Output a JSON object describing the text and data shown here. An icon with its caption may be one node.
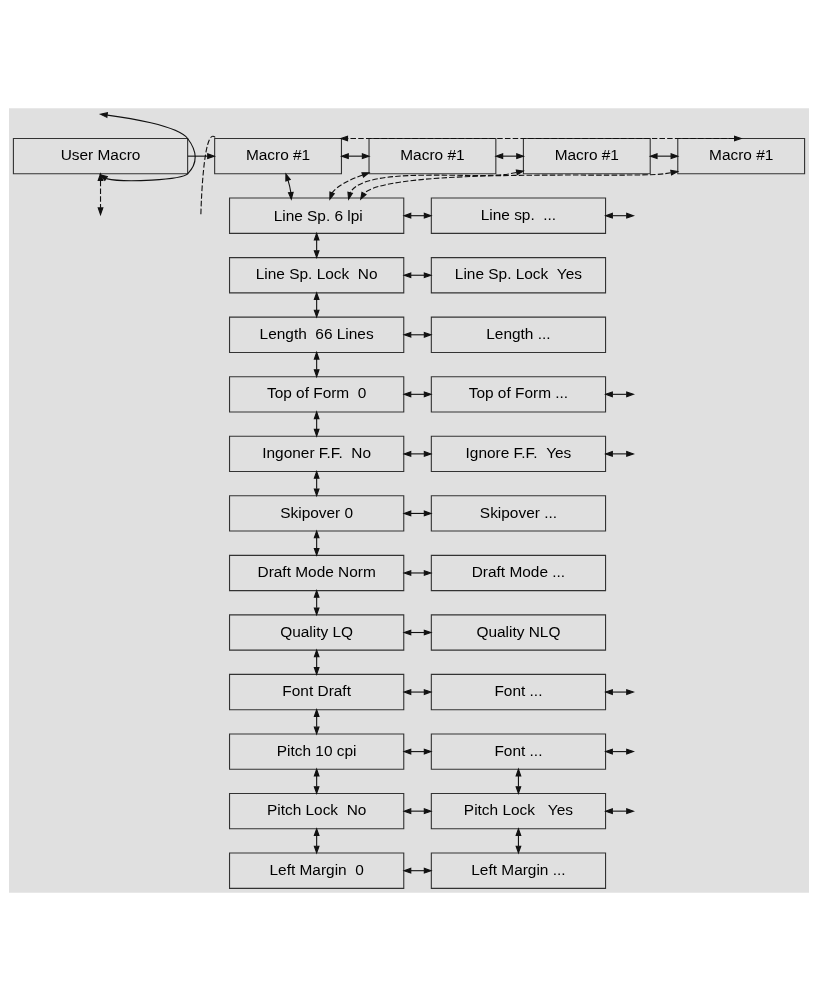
{
  "diagram": {
    "nodes": [
      {
        "text": [
          "User Macro"
        ]
      },
      {
        "text": [
          "Macro #1"
        ]
      },
      {
        "text": [
          "Macro #1"
        ]
      },
      {
        "text": [
          "Macro #1"
        ]
      },
      {
        "text": [
          "Macro #1"
        ]
      },
      {
        "text": [
          "Line Sp. 6 lpi"
        ]
      },
      {
        "text": [
          "Line Sp. Lock  No"
        ]
      },
      {
        "text": [
          "Length  66 Lines"
        ]
      },
      {
        "text": [
          "Top of Form  0"
        ]
      },
      {
        "text": [
          "Ingoner F.F.  No"
        ]
      },
      {
        "text": [
          "Skipover 0"
        ]
      },
      {
        "text": [
          "Draft Mode Norm"
        ]
      },
      {
        "text": [
          "Quality LQ"
        ]
      },
      {
        "text": [
          "Font Draft"
        ]
      },
      {
        "text": [
          "Pitch 10 cpi"
        ]
      },
      {
        "text": [
          "Pitch Lock  No"
        ]
      },
      {
        "text": [
          "Left Margin  0"
        ]
      },
      {
        "text": [
          "Line sp.  ..."
        ]
      },
      {
        "text": [
          "Line Sp. Lock  Yes"
        ]
      },
      {
        "text": [
          "Length ..."
        ]
      },
      {
        "text": [
          "Top of Form ..."
        ]
      },
      {
        "text": [
          "Ignore F.F.  Yes"
        ]
      },
      {
        "text": [
          "Skipover ..."
        ]
      },
      {
        "text": [
          "Draft Mode ..."
        ]
      },
      {
        "text": [
          "Quality NLQ"
        ]
      },
      {
        "text": [
          "Font ..."
        ]
      },
      {
        "text": [
          "Font ..."
        ]
      },
      {
        "text": [
          "Pitch Lock   Yes"
        ]
      },
      {
        "text": [
          "Left Margin ..."
        ]
      }
    ],
    "edges": [
      {
        "from": 0,
        "to": null,
        "arrow": "both"
      },
      {
        "from": 0,
        "to": 1,
        "arrow": "to"
      },
      {
        "from": 1,
        "to": 2,
        "arrow": "both"
      },
      {
        "from": 2,
        "to": 3,
        "arrow": "both"
      },
      {
        "from": 3,
        "to": 4,
        "arrow": "both"
      },
      {
        "from": 4,
        "to": 1,
        "arrow": "both",
        "style": "dashed"
      },
      {
        "from": 1,
        "to": null,
        "arrow": "none",
        "style": "dashed"
      },
      {
        "from": 0,
        "to": null,
        "arrow": "both",
        "style": "dashed"
      },
      {
        "from": 1,
        "to": 5,
        "arrow": "both"
      },
      {
        "from": 2,
        "to": 5,
        "arrow": "both",
        "style": "dashed"
      },
      {
        "from": 3,
        "to": 5,
        "arrow": "both",
        "style": "dashed"
      },
      {
        "from": 4,
        "to": 5,
        "arrow": "both",
        "style": "dashed"
      },
      {
        "from": 5,
        "to": 6,
        "arrow": "both"
      },
      {
        "from": 6,
        "to": 7,
        "arrow": "both"
      },
      {
        "from": 7,
        "to": 8,
        "arrow": "both"
      },
      {
        "from": 8,
        "to": 9,
        "arrow": "both"
      },
      {
        "from": 9,
        "to": 10,
        "arrow": "both"
      },
      {
        "from": 10,
        "to": 11,
        "arrow": "both"
      },
      {
        "from": 11,
        "to": 12,
        "arrow": "both"
      },
      {
        "from": 12,
        "to": 13,
        "arrow": "both"
      },
      {
        "from": 13,
        "to": 14,
        "arrow": "both"
      },
      {
        "from": 14,
        "to": 15,
        "arrow": "both"
      },
      {
        "from": 15,
        "to": 16,
        "arrow": "both"
      },
      {
        "from": 5,
        "to": 17,
        "arrow": "both"
      },
      {
        "from": 6,
        "to": 18,
        "arrow": "both"
      },
      {
        "from": 7,
        "to": 19,
        "arrow": "both"
      },
      {
        "from": 8,
        "to": 20,
        "arrow": "both"
      },
      {
        "from": 9,
        "to": 21,
        "arrow": "both"
      },
      {
        "from": 10,
        "to": 22,
        "arrow": "both"
      },
      {
        "from": 11,
        "to": 23,
        "arrow": "both"
      },
      {
        "from": 12,
        "to": 24,
        "arrow": "both"
      },
      {
        "from": 13,
        "to": 25,
        "arrow": "both"
      },
      {
        "from": 14,
        "to": 26,
        "arrow": "both"
      },
      {
        "from": 15,
        "to": 27,
        "arrow": "both"
      },
      {
        "from": 16,
        "to": 28,
        "arrow": "both"
      },
      {
        "from": 17,
        "to": null,
        "arrow": "both"
      },
      {
        "from": 20,
        "to": null,
        "arrow": "both"
      },
      {
        "from": 21,
        "to": null,
        "arrow": "both"
      },
      {
        "from": 25,
        "to": null,
        "arrow": "both"
      },
      {
        "from": 26,
        "to": null,
        "arrow": "both"
      },
      {
        "from": 27,
        "to": null,
        "arrow": "both"
      },
      {
        "from": 26,
        "to": 27,
        "arrow": "both"
      },
      {
        "from": 27,
        "to": 28,
        "arrow": "both"
      }
    ]
  }
}
